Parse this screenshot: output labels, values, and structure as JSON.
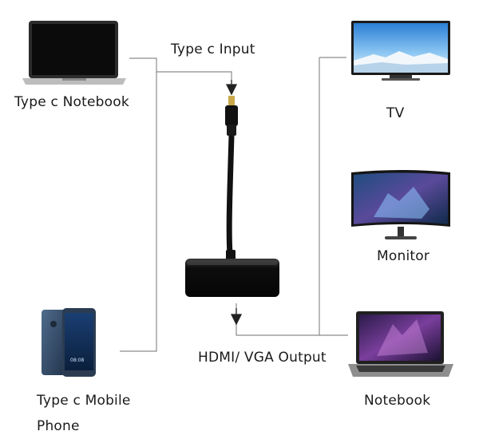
{
  "labels": {
    "input": "Type c Input",
    "output": "HDMI/ VGA Output",
    "notebook_left": "Type c Notebook",
    "phone_line1": "Type c Mobile",
    "phone_line2": "Phone",
    "tv": "TV",
    "monitor": "Monitor",
    "notebook_right": "Notebook"
  },
  "phone_screen": {
    "time": "08:08"
  },
  "icons": [
    "laptop-icon",
    "smartphone-icon",
    "tv-icon",
    "curved-monitor-icon",
    "gaming-laptop-icon",
    "usb-c-adapter-icon"
  ]
}
